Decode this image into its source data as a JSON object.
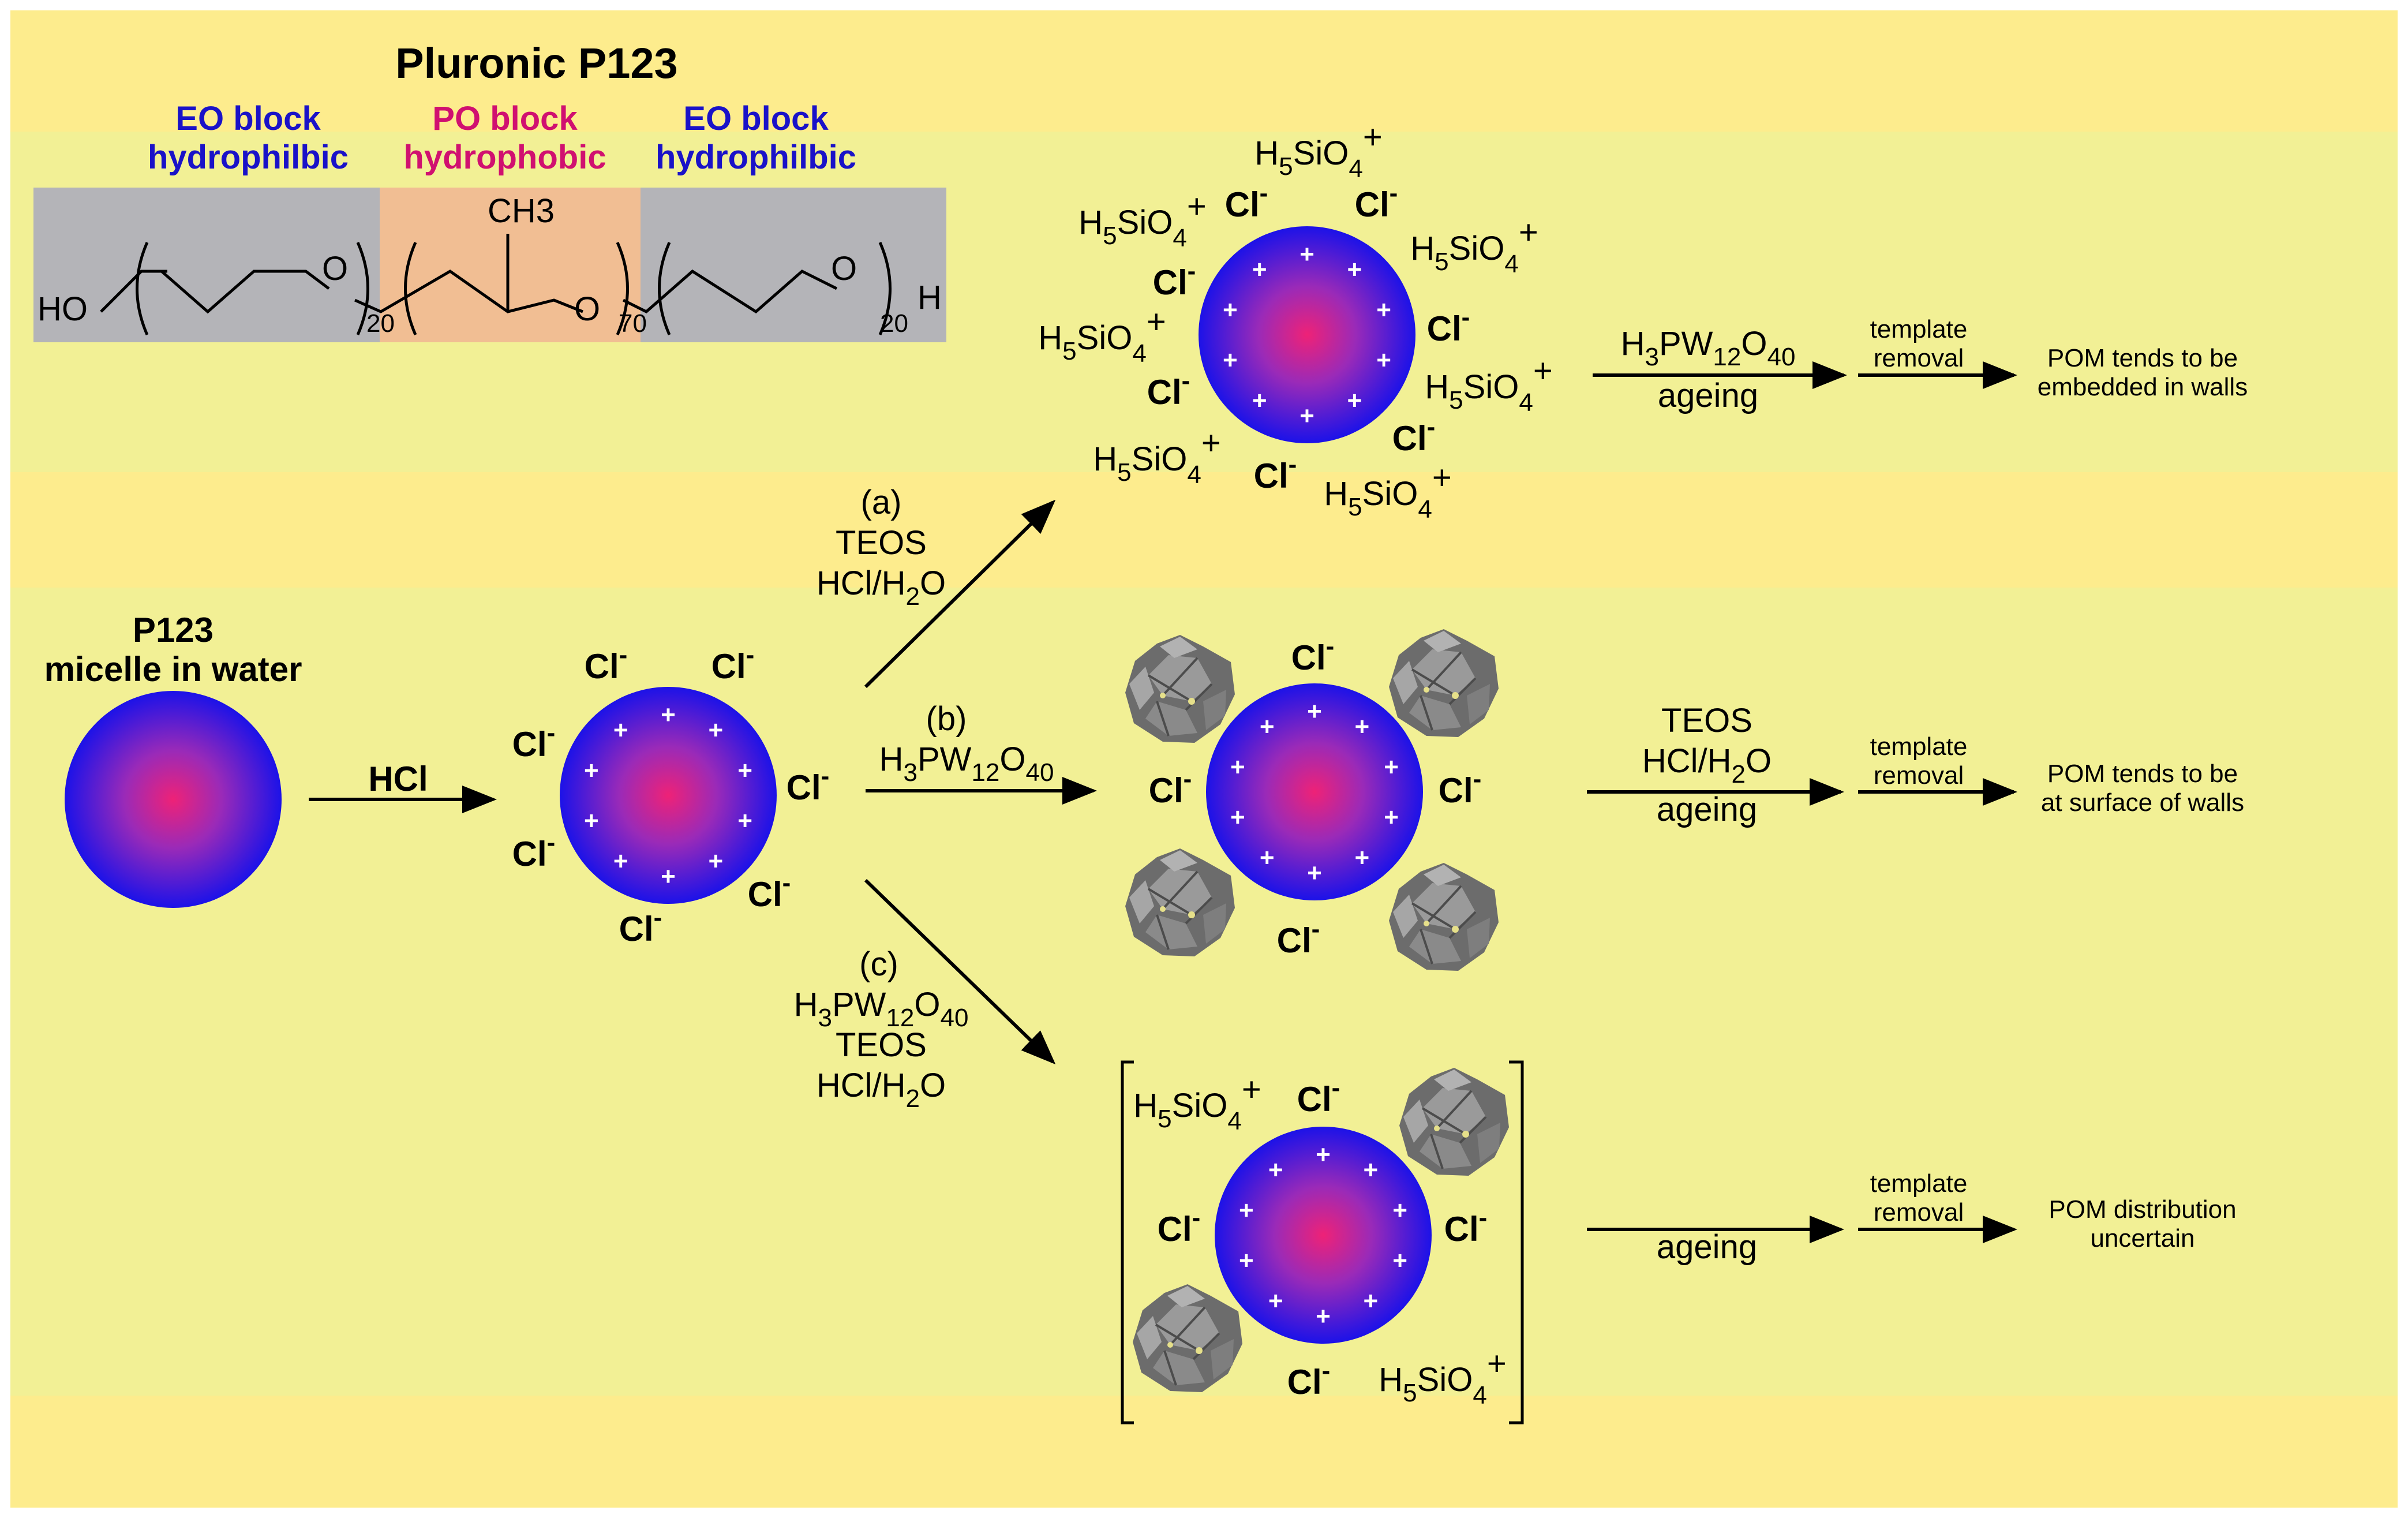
{
  "polymer": {
    "title": "Pluronic P123",
    "eo_left": [
      "EO block",
      "hydrophilbic"
    ],
    "po": [
      "PO block",
      "hydrophobic"
    ],
    "eo_right": [
      "EO block",
      "hydrophilbic"
    ],
    "formula": {
      "ho": "HO",
      "o": "O",
      "ch3": "CH3",
      "n20": "20",
      "n70": "70",
      "h": "H"
    }
  },
  "micelle": {
    "name": "P123",
    "desc": "micelle in water"
  },
  "step_hcl": "HCl",
  "species": {
    "cl": "Cl",
    "minus": "-",
    "plus": "+",
    "hsio_a": "H",
    "hsio_b": "5",
    "hsio_c": "SiO",
    "hsio_d": "4"
  },
  "routes": {
    "a": {
      "letter": "(a)",
      "l1": "TEOS",
      "l2": "HCl/H",
      "l2s": "2",
      "l2e": "O"
    },
    "b": {
      "letter": "(b)"
    },
    "c": {
      "letter": "(c)",
      "l2": "TEOS",
      "l3": "HCl/H",
      "l3s": "2",
      "l3e": "O"
    },
    "pw": {
      "p1": "H",
      "s1": "3",
      "p2": "PW",
      "s2": "12",
      "p3": "O",
      "s3": "40"
    }
  },
  "right": {
    "ageing": "ageing",
    "teos": "TEOS",
    "hcl": "HCl/H",
    "hcls": "2",
    "hcle": "O",
    "template1": "template",
    "template2": "removal",
    "outcome_a": [
      "POM tends to be",
      "embedded in walls"
    ],
    "outcome_b": [
      "POM tends to be",
      "at surface of walls"
    ],
    "outcome_c": [
      "POM distribution",
      "uncertain"
    ]
  },
  "colors": {
    "band_light": "#f2f095",
    "band_dark": "#fdec8d",
    "micelle_edge": "#1a10e6",
    "micelle_core": "#f0207a",
    "eo_gray": "#b4b4b8",
    "po_orange": "#f1be93"
  }
}
